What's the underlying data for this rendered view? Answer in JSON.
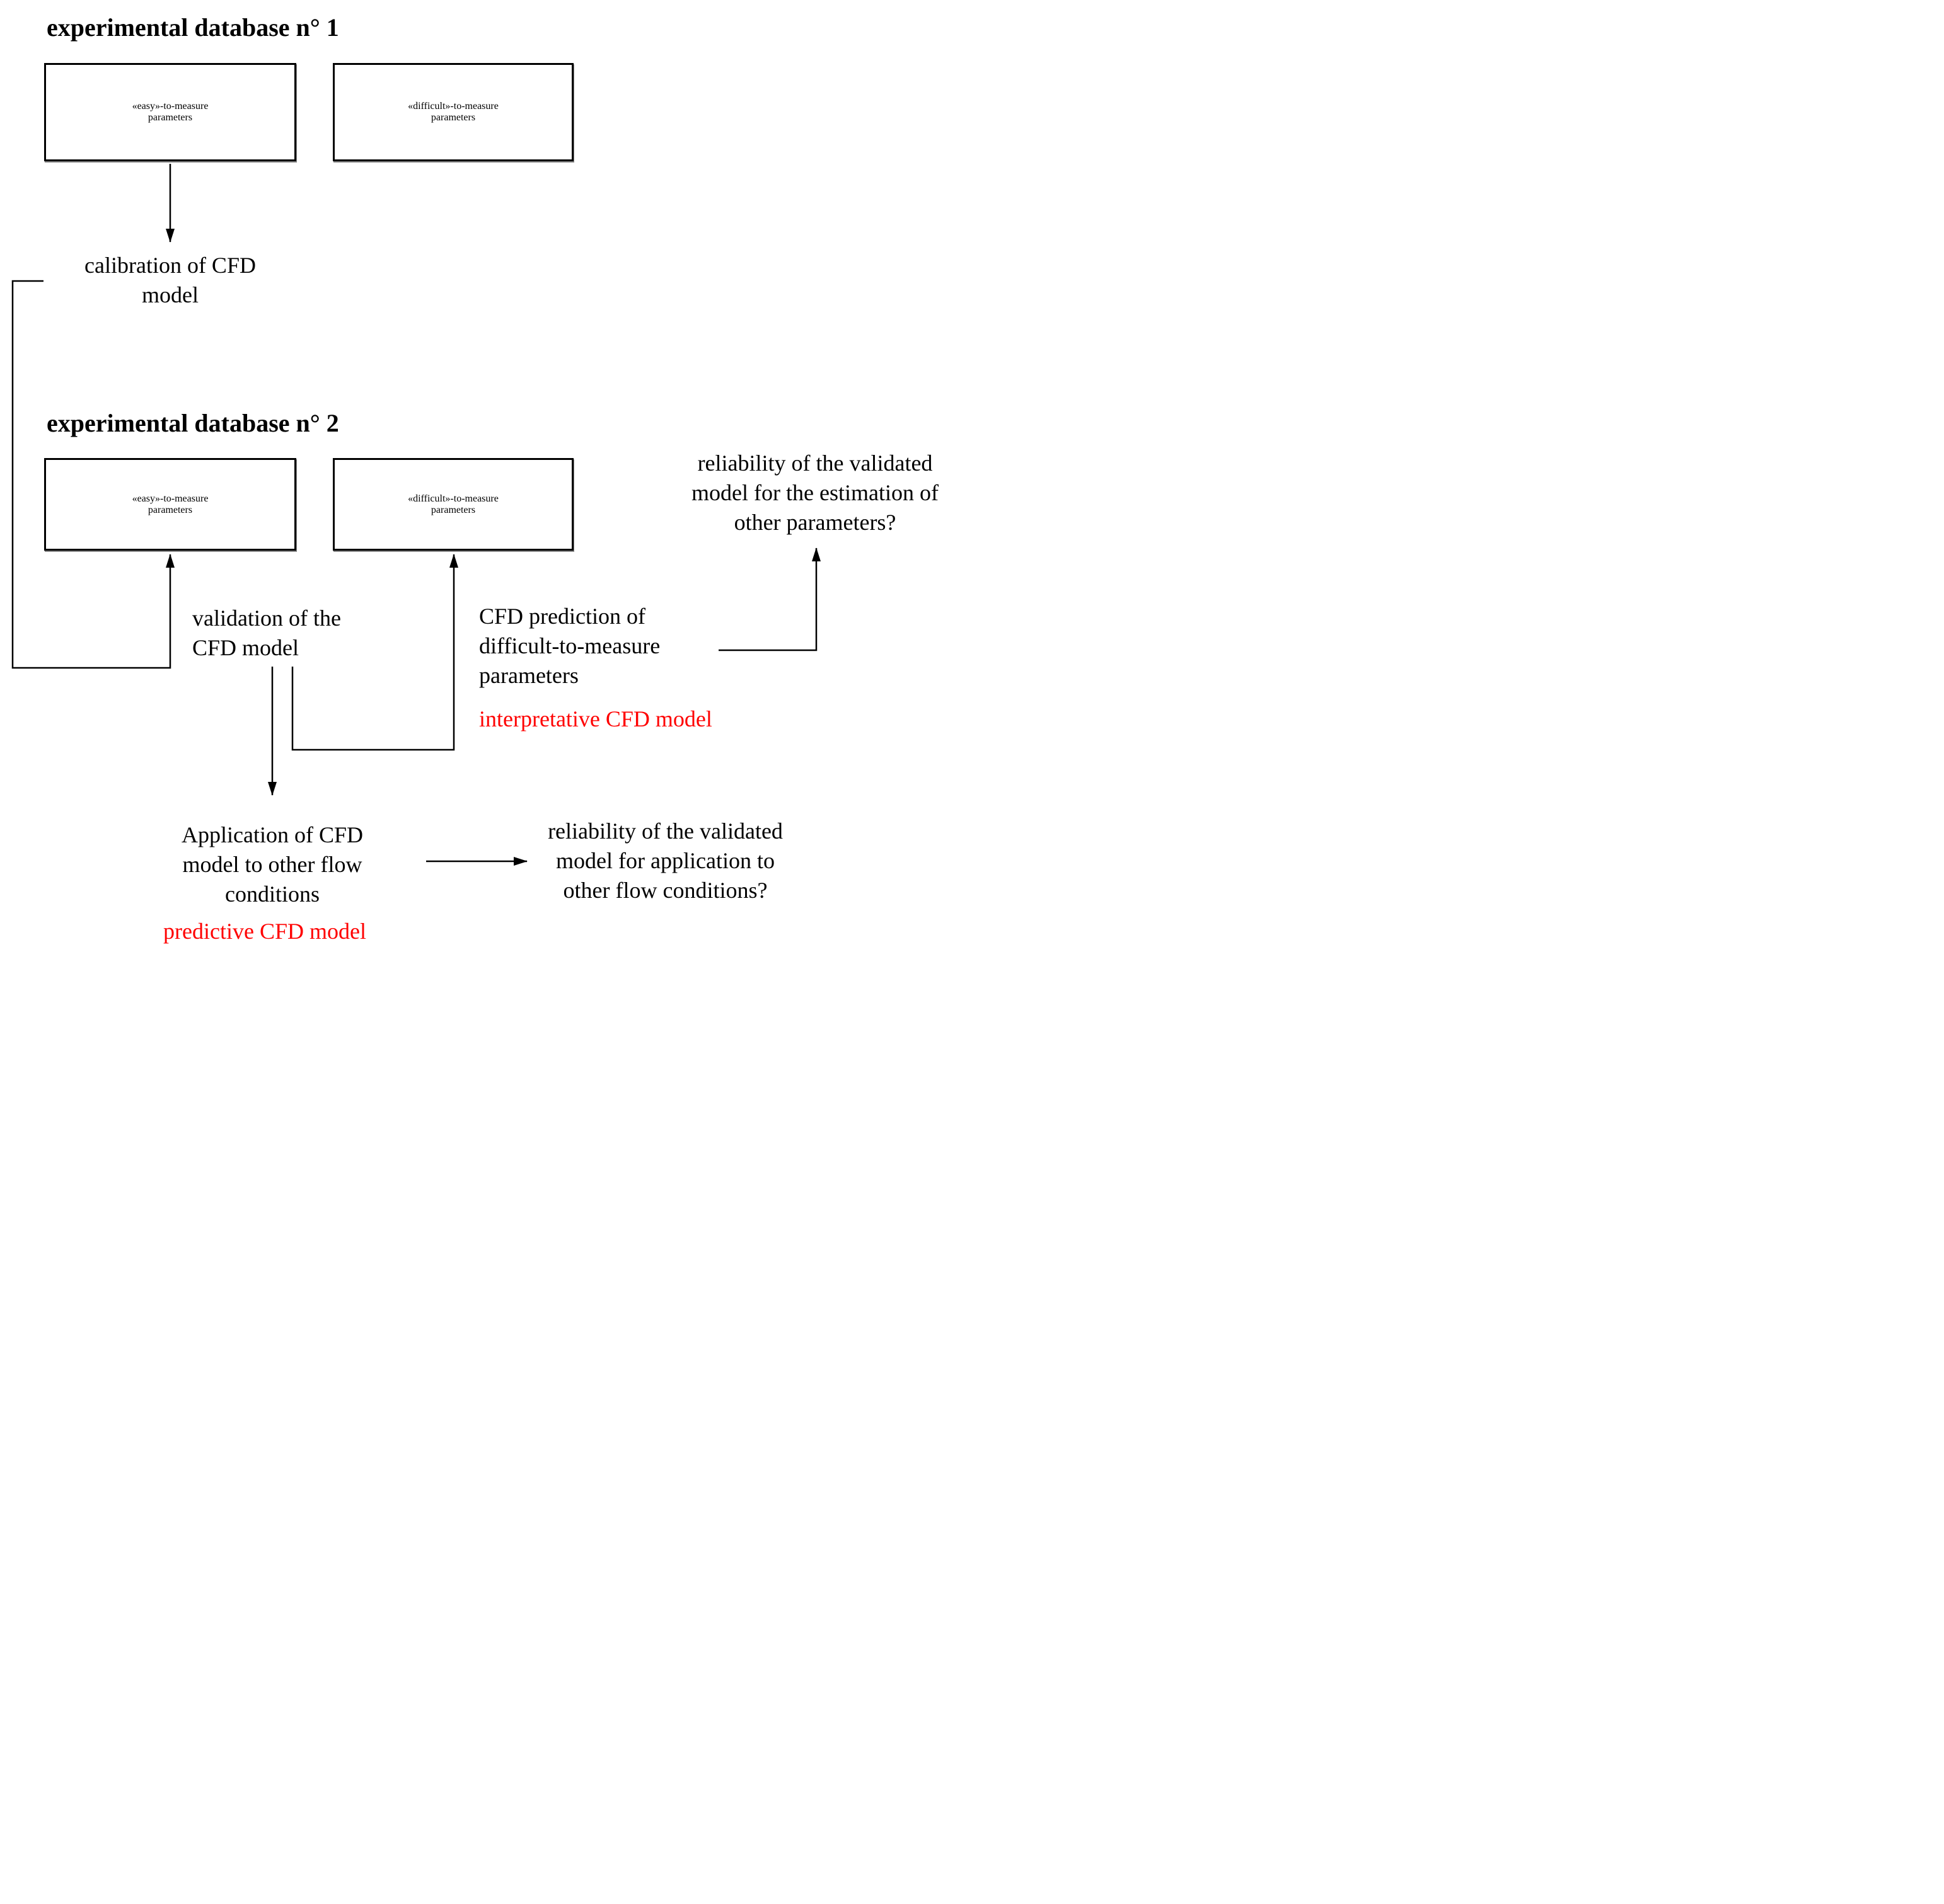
{
  "figure": {
    "type": "flowchart",
    "description": "CFD model calibration and validation workflow diagram"
  },
  "colors": {
    "background": "#ffffff",
    "text": "#000000",
    "line": "#000000",
    "accent_red": "#ff0000"
  },
  "headers": {
    "db1": "experimental database n° 1",
    "db2": "experimental database n° 2"
  },
  "boxes": {
    "easy_db1": {
      "lines": [
        "«easy»-to-measure",
        "parameters"
      ]
    },
    "difficult_db1": {
      "lines": [
        "«difficult»-to-measure",
        "parameters"
      ]
    },
    "easy_db2": {
      "lines": [
        "«easy»-to-measure",
        "parameters"
      ]
    },
    "difficult_db2": {
      "lines": [
        "«difficult»-to-measure",
        "parameters"
      ]
    }
  },
  "labels": {
    "calibration": {
      "lines": [
        "calibration of CFD",
        "model"
      ]
    },
    "validation": {
      "lines": [
        "validation of the",
        "CFD model"
      ]
    },
    "cfd_prediction": {
      "lines": [
        "CFD prediction of",
        "difficult-to-measure",
        "parameters"
      ]
    },
    "interpretative_model": "interpretative CFD model",
    "reliability_estimation": {
      "lines": [
        "reliability of the validated",
        "model for the estimation of",
        "other parameters?"
      ]
    },
    "application": {
      "lines": [
        "Application of CFD",
        "model to other flow",
        "conditions"
      ]
    },
    "predictive_model": "predictive CFD model",
    "reliability_application": {
      "lines": [
        "reliability of the validated",
        "model for application to",
        "other flow conditions?"
      ]
    }
  }
}
